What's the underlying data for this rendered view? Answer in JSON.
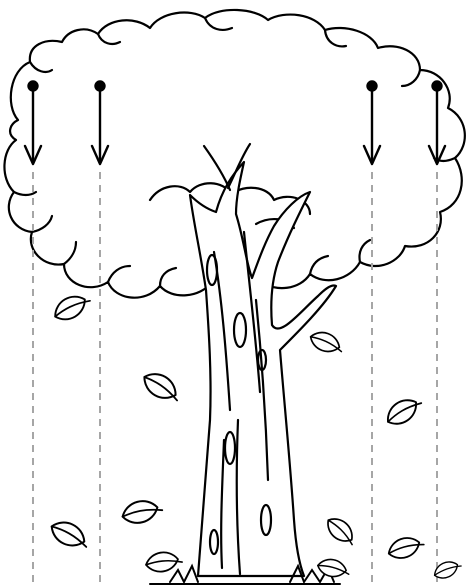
{
  "worksheet": {
    "icons": {
      "tree": "tree-illustration",
      "leaf": "leaf-icon",
      "arrow": "arrow-down-icon",
      "start_dot": "start-dot-icon"
    },
    "colors": {
      "ink": "#000000",
      "guide_line": "#a6a6a6",
      "background": "#ffffff"
    },
    "tracing_lines_count": 4,
    "falling_leaves_count": 11
  }
}
